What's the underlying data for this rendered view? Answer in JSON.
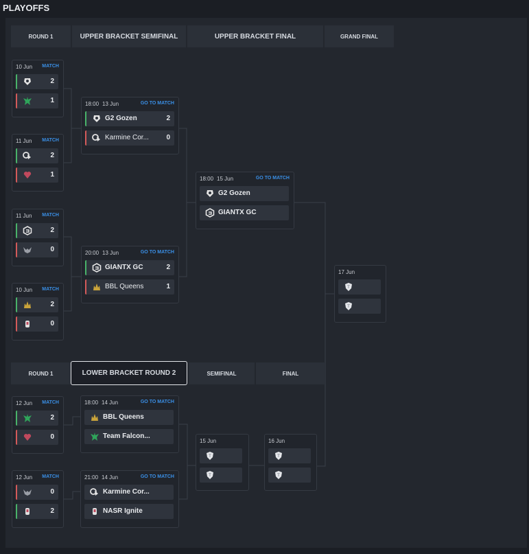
{
  "page_title": "PLAYOFFS",
  "upper_headers": [
    "ROUND 1",
    "UPPER BRACKET SEMIFINAL",
    "UPPER BRACKET FINAL",
    "GRAND FINAL"
  ],
  "lower_headers": [
    "ROUND 1",
    "LOWER BRACKET ROUND 2",
    "SEMIFINAL",
    "FINAL"
  ],
  "matches": [
    {
      "date": "10 Jun",
      "time": "",
      "link": "MATCH",
      "teams": [
        {
          "name": "",
          "score": "2",
          "result": "win",
          "logo": "g2-logo-icon"
        },
        {
          "name": "",
          "score": "1",
          "result": "lose",
          "logo": "falcons-logo-icon"
        }
      ]
    },
    {
      "date": "11 Jun",
      "time": "",
      "link": "MATCH",
      "teams": [
        {
          "name": "",
          "score": "2",
          "result": "win",
          "logo": "karmine-logo-icon"
        },
        {
          "name": "",
          "score": "1",
          "result": "lose",
          "logo": "heart-logo-icon"
        }
      ]
    },
    {
      "date": "11 Jun",
      "time": "",
      "link": "MATCH",
      "teams": [
        {
          "name": "",
          "score": "2",
          "result": "win",
          "logo": "giantx-logo-icon"
        },
        {
          "name": "",
          "score": "0",
          "result": "lose",
          "logo": "wings-logo-icon"
        }
      ]
    },
    {
      "date": "10 Jun",
      "time": "",
      "link": "MATCH",
      "teams": [
        {
          "name": "",
          "score": "2",
          "result": "win",
          "logo": "bbl-logo-icon"
        },
        {
          "name": "",
          "score": "0",
          "result": "lose",
          "logo": "nasr-logo-icon"
        }
      ]
    },
    {
      "date": "13 Jun",
      "time": "18:00",
      "link": "GO TO MATCH",
      "teams": [
        {
          "name": "G2 Gozen",
          "score": "2",
          "result": "win",
          "logo": "g2-logo-icon"
        },
        {
          "name": "Karmine Cor...",
          "score": "0",
          "result": "lose",
          "logo": "karmine-logo-icon"
        }
      ]
    },
    {
      "date": "13 Jun",
      "time": "20:00",
      "link": "GO TO MATCH",
      "teams": [
        {
          "name": "GIANTX GC",
          "score": "2",
          "result": "win",
          "logo": "giantx-logo-icon"
        },
        {
          "name": "BBL Queens",
          "score": "1",
          "result": "lose",
          "logo": "bbl-logo-icon"
        }
      ]
    },
    {
      "date": "15 Jun",
      "time": "18:00",
      "link": "GO TO MATCH",
      "teams": [
        {
          "name": "G2 Gozen",
          "score": "",
          "result": "none",
          "logo": "g2-logo-icon"
        },
        {
          "name": "GIANTX GC",
          "score": "",
          "result": "none",
          "logo": "giantx-logo-icon"
        }
      ]
    },
    {
      "date": "17 Jun",
      "time": "",
      "link": "",
      "teams": [
        {
          "name": "",
          "score": "",
          "result": "none",
          "logo": "tbd-shield-icon"
        },
        {
          "name": "",
          "score": "",
          "result": "none",
          "logo": "tbd-shield-icon"
        }
      ]
    },
    {
      "date": "12 Jun",
      "time": "",
      "link": "MATCH",
      "teams": [
        {
          "name": "",
          "score": "2",
          "result": "win",
          "logo": "falcons-logo-icon"
        },
        {
          "name": "",
          "score": "0",
          "result": "lose",
          "logo": "heart-logo-icon"
        }
      ]
    },
    {
      "date": "12 Jun",
      "time": "",
      "link": "MATCH",
      "teams": [
        {
          "name": "",
          "score": "0",
          "result": "lose",
          "logo": "wings-logo-icon"
        },
        {
          "name": "",
          "score": "2",
          "result": "win",
          "logo": "nasr-logo-icon"
        }
      ]
    },
    {
      "date": "14 Jun",
      "time": "18:00",
      "link": "GO TO MATCH",
      "teams": [
        {
          "name": "BBL Queens",
          "score": "",
          "result": "none",
          "logo": "bbl-logo-icon"
        },
        {
          "name": "Team Falcon...",
          "score": "",
          "result": "none",
          "logo": "falcons-logo-icon"
        }
      ]
    },
    {
      "date": "14 Jun",
      "time": "21:00",
      "link": "GO TO MATCH",
      "teams": [
        {
          "name": "Karmine Cor...",
          "score": "",
          "result": "none",
          "logo": "karmine-logo-icon"
        },
        {
          "name": "NASR Ignite",
          "score": "",
          "result": "none",
          "logo": "nasr-logo-icon"
        }
      ]
    },
    {
      "date": "15 Jun",
      "time": "",
      "link": "",
      "teams": [
        {
          "name": "",
          "score": "",
          "result": "none",
          "logo": "tbd-shield-icon"
        },
        {
          "name": "",
          "score": "",
          "result": "none",
          "logo": "tbd-shield-icon"
        }
      ]
    },
    {
      "date": "16 Jun",
      "time": "",
      "link": "",
      "teams": [
        {
          "name": "",
          "score": "",
          "result": "none",
          "logo": "tbd-shield-icon"
        },
        {
          "name": "",
          "score": "",
          "result": "none",
          "logo": "tbd-shield-icon"
        }
      ]
    }
  ],
  "colors": {
    "win": "#49b36a",
    "lose": "#d45a5a",
    "link": "#3a8fe6",
    "falcons": "#2fa45a",
    "heart": "#c0495d",
    "bbl": "#c9a33a",
    "nasr": "#e0e0e0"
  }
}
